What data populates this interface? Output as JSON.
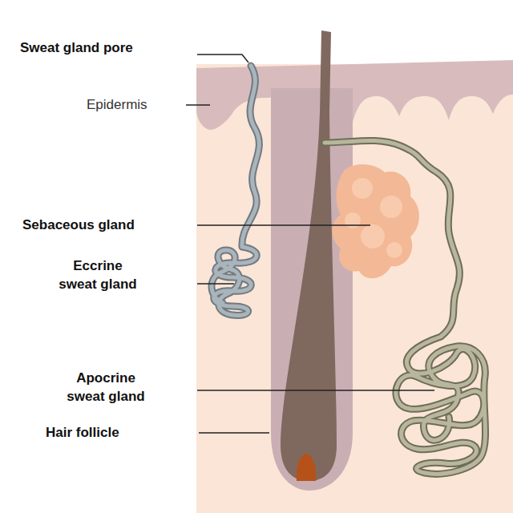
{
  "diagram": {
    "labels": [
      "Sweat gland pore",
      "Epidermis",
      "Sebaceous gland",
      "Eccrine sweat gland",
      "Apocrine sweat gland",
      "Hair follicle"
    ]
  }
}
